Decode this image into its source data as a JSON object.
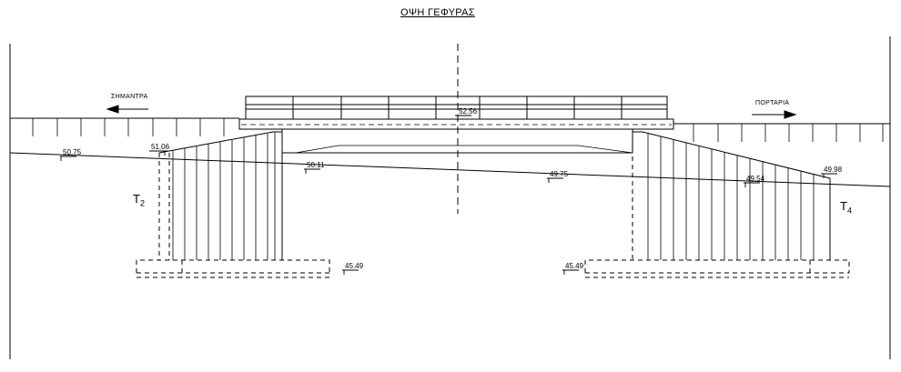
{
  "title": "ΟΨΗ ΓΕΦΥΡΑΣ",
  "directions": {
    "left": "ΣΗΜΑΝΤΡΑ",
    "right": "ΠΟΡΤΑΡΙΑ"
  },
  "abutments": {
    "left": {
      "letter": "T",
      "index": "2"
    },
    "right": {
      "letter": "T",
      "index": "4"
    }
  },
  "elevations": {
    "deck": "52.56",
    "ground_left": "50.75",
    "abutment_left_top": "51.06",
    "bed_left": "50.11",
    "bed_right": "49.75",
    "ground_right": "49.54",
    "abutment_right_top": "49.98",
    "footing_left": "45.49",
    "footing_right": "45.49"
  }
}
